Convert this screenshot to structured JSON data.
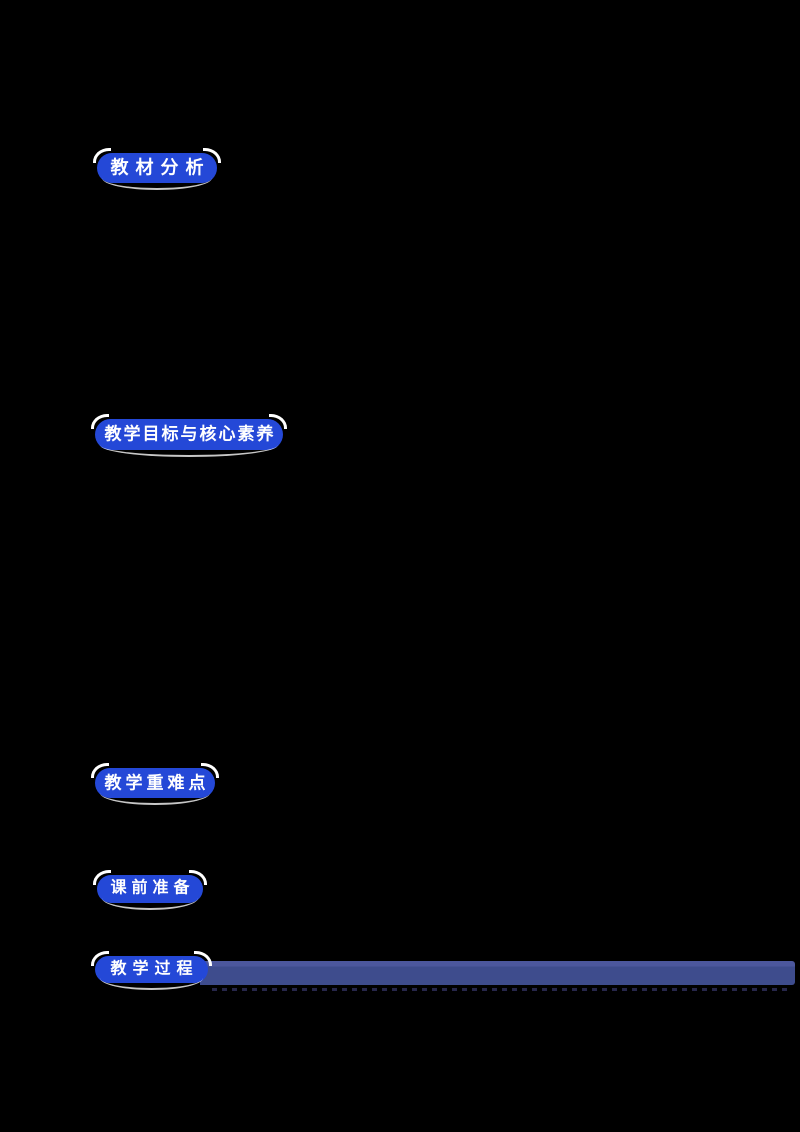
{
  "page": {
    "background": "#000000"
  },
  "sections": [
    {
      "label": "教材分析"
    },
    {
      "label": "教学目标与核心素养"
    },
    {
      "label": "教学重难点"
    },
    {
      "label": "课前准备"
    },
    {
      "label": "教学过程"
    }
  ],
  "colors": {
    "badge_fill": "#2448d7",
    "badge_text": "#ffffff",
    "badge_accent": "#ffffff",
    "bar_fill": "#3e4c8d",
    "bar_top_edge": "#4c579d",
    "dashed_rule": "#26264a",
    "page_background": "#000000"
  }
}
